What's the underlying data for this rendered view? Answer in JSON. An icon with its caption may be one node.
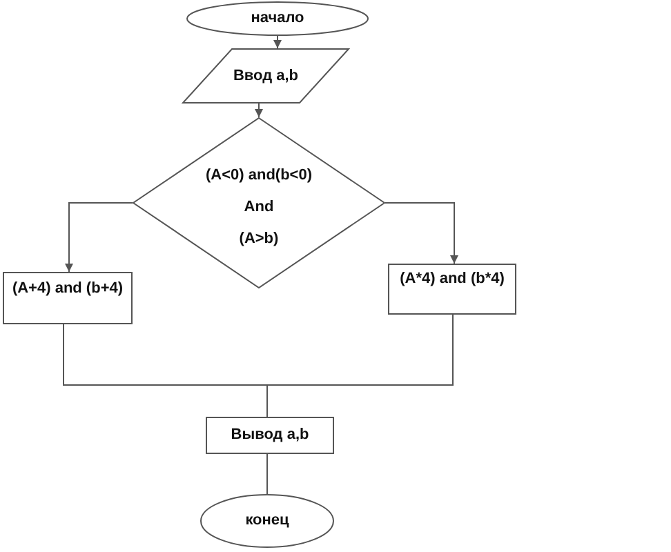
{
  "diagram": {
    "nodes": [
      {
        "text": [
          "начало"
        ]
      },
      {
        "text": [
          "Ввод a,b"
        ]
      },
      {
        "text": [
          "(A<0) and(b<0)",
          "And",
          "(A>b)"
        ]
      },
      {
        "text": [
          "(A+4) and (b+4)"
        ]
      },
      {
        "text": [
          "(A*4) and (b*4)"
        ]
      },
      {
        "text": [
          "Вывод a,b"
        ]
      },
      {
        "text": [
          "конец"
        ]
      }
    ],
    "edges": [
      {
        "from": 0,
        "to": 1,
        "arrow": "to"
      },
      {
        "from": 1,
        "to": 2,
        "arrow": "to"
      },
      {
        "from": 2,
        "to": 3,
        "arrow": "to"
      },
      {
        "from": 2,
        "to": 4,
        "arrow": "to"
      },
      {
        "from": 3,
        "to": 5,
        "arrow": "none"
      },
      {
        "from": 4,
        "to": 5,
        "arrow": "none"
      },
      {
        "from": 5,
        "to": 6,
        "arrow": "none"
      }
    ]
  }
}
